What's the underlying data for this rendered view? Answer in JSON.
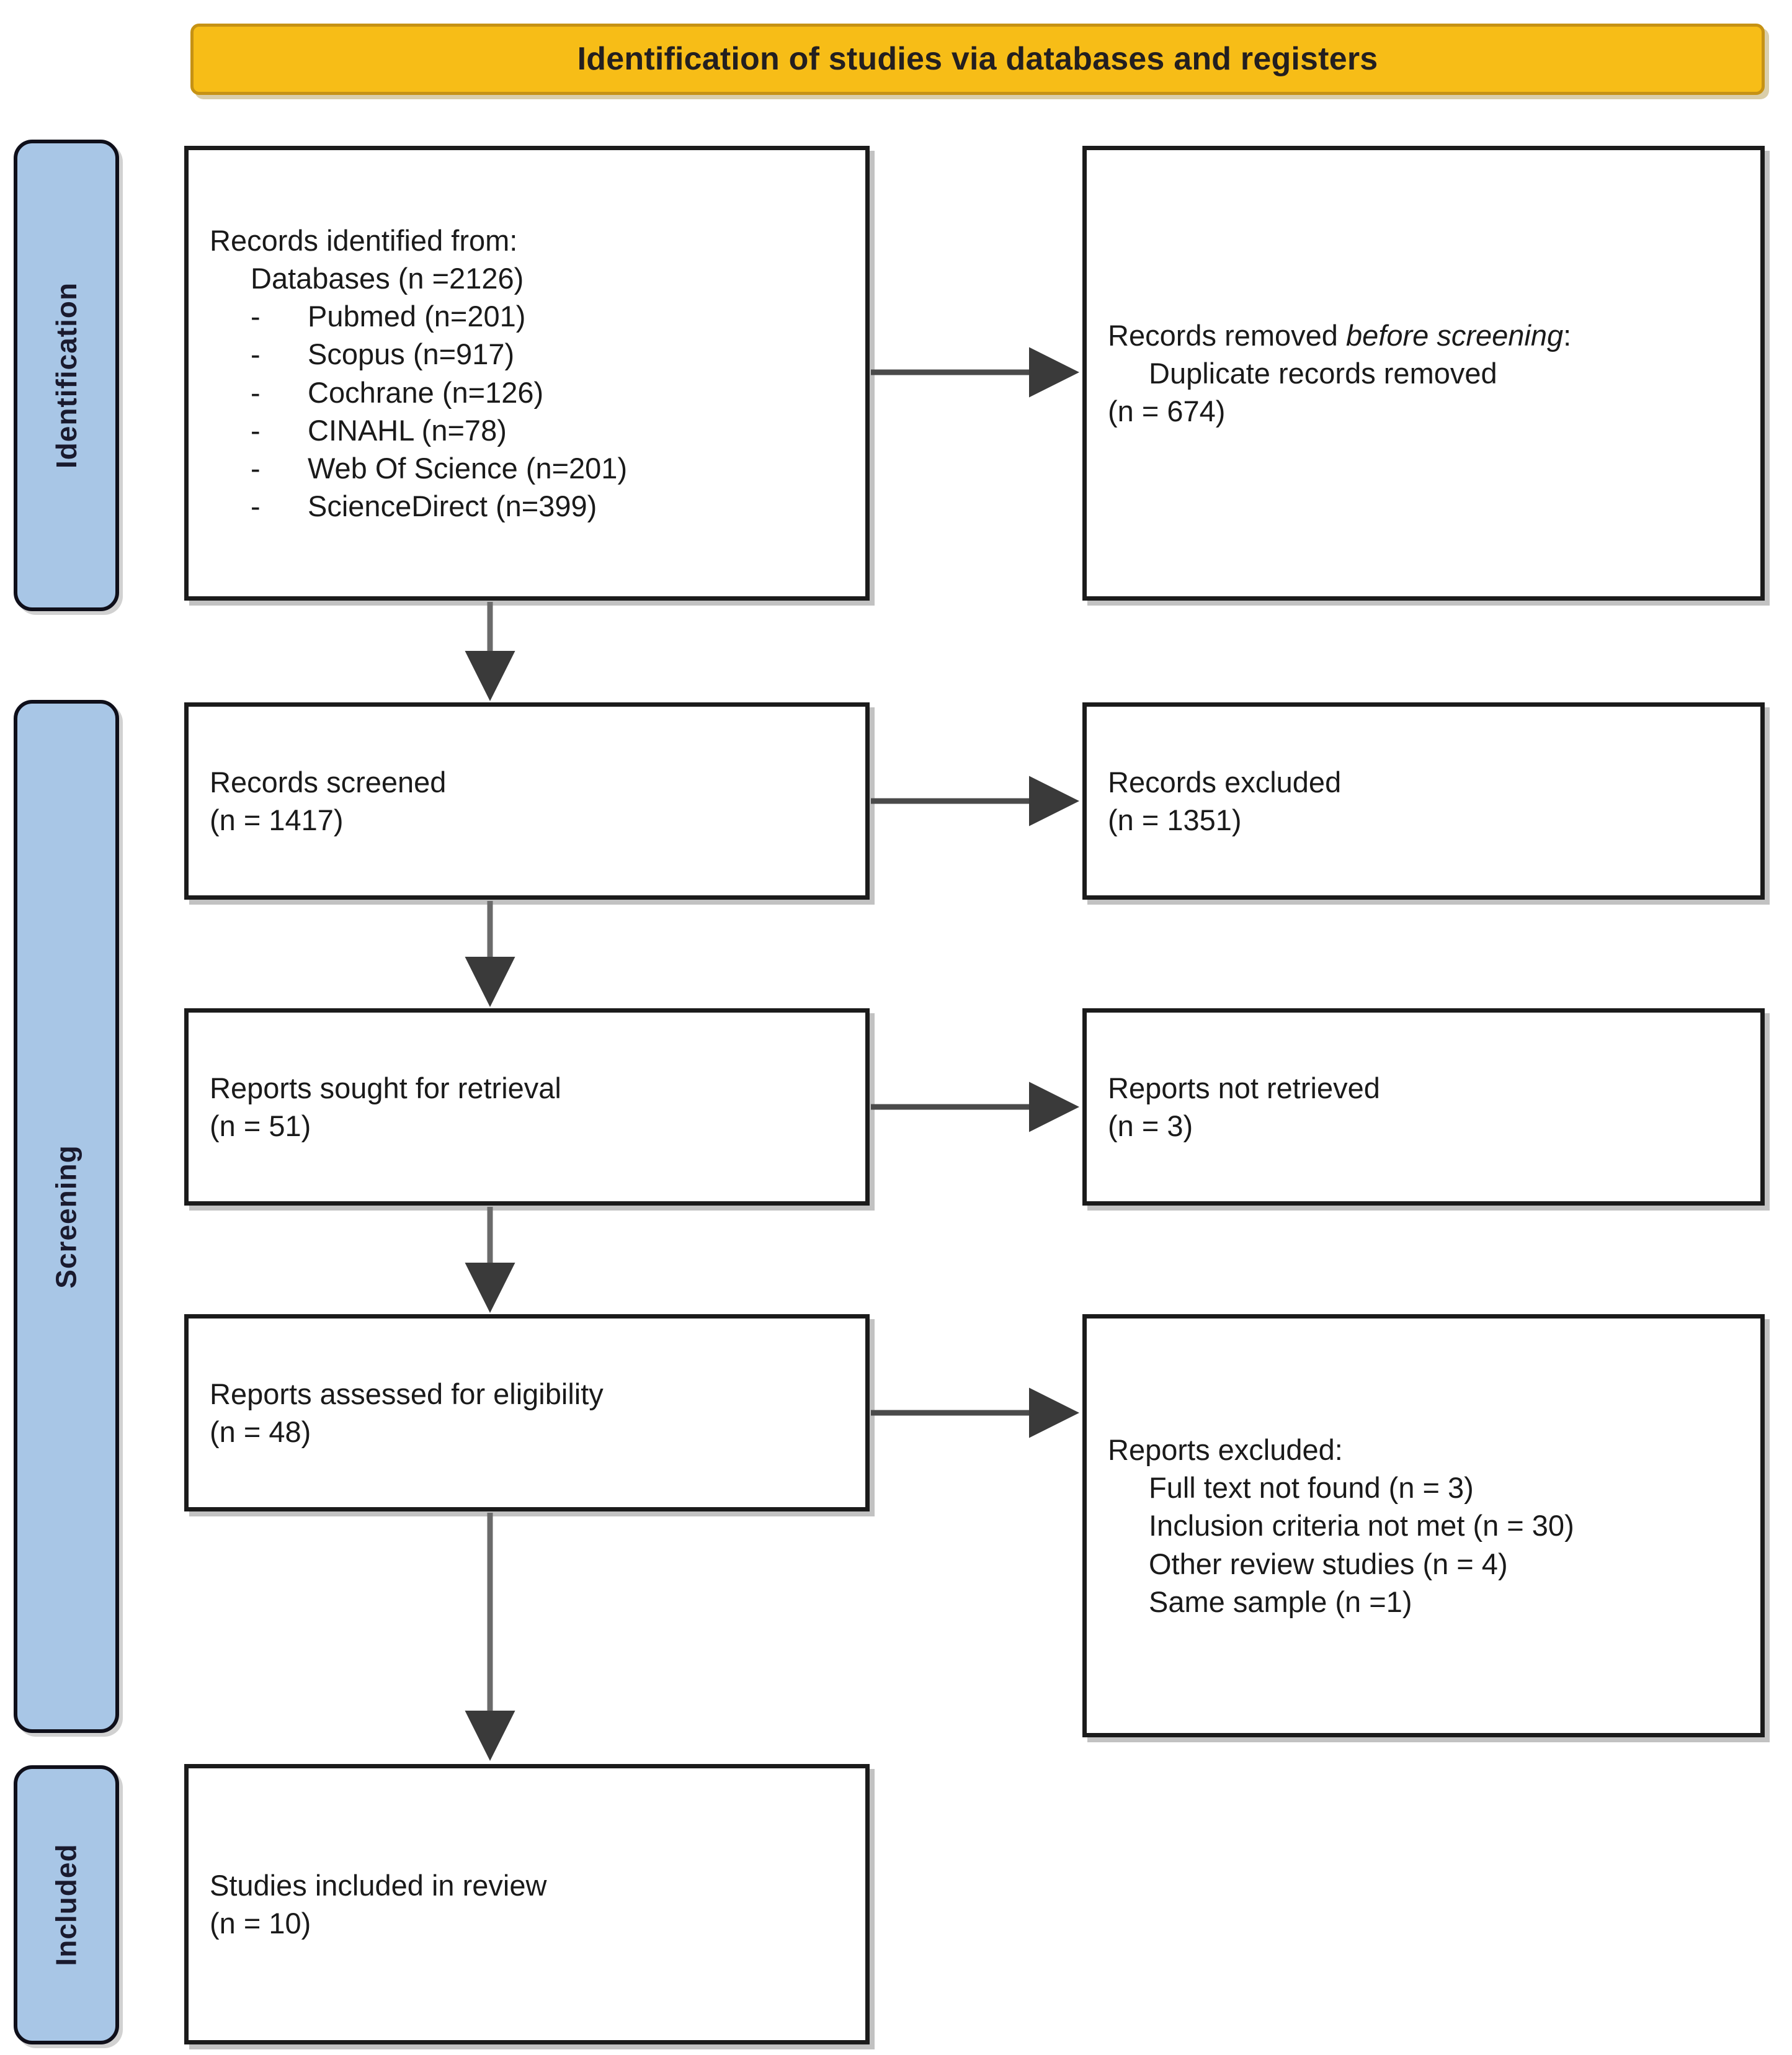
{
  "header": {
    "title": "Identification of studies via databases and registers",
    "bg_color": "#f7bd17",
    "border_color": "#c69214",
    "text_color": "#231f20"
  },
  "stages": [
    {
      "id": "identification",
      "label": "Identification"
    },
    {
      "id": "screening",
      "label": "Screening"
    },
    {
      "id": "included",
      "label": "Included"
    }
  ],
  "stage_style": {
    "bg_color": "#a8c6e6",
    "border_color": "#0f0f1a"
  },
  "boxes": {
    "identified": {
      "heading": "Records identified from:",
      "subheading": "Databases (n =2126)",
      "bullet_marker": "-",
      "sources": [
        "Pubmed (n=201)",
        "Scopus (n=917)",
        "Cochrane (n=126)",
        "CINAHL (n=78)",
        "Web Of Science (n=201)",
        "ScienceDirect (n=399)"
      ]
    },
    "removed": {
      "heading_plain": "Records removed ",
      "heading_italic": "before screening",
      "heading_colon": ":",
      "detail": "Duplicate records removed",
      "count": "(n = 674)"
    },
    "screened": {
      "label": "Records screened",
      "count": "(n = 1417)"
    },
    "excluded_records": {
      "label": "Records excluded",
      "count": "(n = 1351)"
    },
    "sought": {
      "label": "Reports sought for retrieval",
      "count": "(n = 51)"
    },
    "not_retrieved": {
      "label": "Reports not retrieved",
      "count": "(n = 3)"
    },
    "assessed": {
      "label": "Reports assessed for eligibility",
      "count": "(n = 48)"
    },
    "excluded_reports": {
      "heading": "Reports excluded:",
      "reasons": [
        "Full text not found (n = 3)",
        "Inclusion criteria not met (n = 30)",
        "Other review studies (n = 4)",
        "Same sample (n =1)"
      ]
    },
    "included": {
      "label": "Studies included in review",
      "count": "(n = 10)"
    }
  },
  "chart_data": {
    "type": "diagram",
    "title": "PRISMA 2020 flow diagram",
    "nodes": [
      {
        "id": "identified",
        "stage": "Identification",
        "column": "left",
        "label": "Records identified from: Databases",
        "n": 2126
      },
      {
        "id": "pubmed",
        "stage": "Identification",
        "column": "left",
        "label": "Pubmed",
        "n": 201
      },
      {
        "id": "scopus",
        "stage": "Identification",
        "column": "left",
        "label": "Scopus",
        "n": 917
      },
      {
        "id": "cochrane",
        "stage": "Identification",
        "column": "left",
        "label": "Cochrane",
        "n": 126
      },
      {
        "id": "cinahl",
        "stage": "Identification",
        "column": "left",
        "label": "CINAHL",
        "n": 78
      },
      {
        "id": "wos",
        "stage": "Identification",
        "column": "left",
        "label": "Web Of Science",
        "n": 201
      },
      {
        "id": "sciencedirect",
        "stage": "Identification",
        "column": "left",
        "label": "ScienceDirect",
        "n": 399
      },
      {
        "id": "removed",
        "stage": "Identification",
        "column": "right",
        "label": "Duplicate records removed",
        "n": 674
      },
      {
        "id": "screened",
        "stage": "Screening",
        "column": "left",
        "label": "Records screened",
        "n": 1417
      },
      {
        "id": "excluded_records",
        "stage": "Screening",
        "column": "right",
        "label": "Records excluded",
        "n": 1351
      },
      {
        "id": "sought",
        "stage": "Screening",
        "column": "left",
        "label": "Reports sought for retrieval",
        "n": 51
      },
      {
        "id": "not_retrieved",
        "stage": "Screening",
        "column": "right",
        "label": "Reports not retrieved",
        "n": 3
      },
      {
        "id": "assessed",
        "stage": "Screening",
        "column": "left",
        "label": "Reports assessed for eligibility",
        "n": 48
      },
      {
        "id": "full_text",
        "stage": "Screening",
        "column": "right",
        "label": "Full text not found",
        "n": 3
      },
      {
        "id": "criteria",
        "stage": "Screening",
        "column": "right",
        "label": "Inclusion criteria not met",
        "n": 30
      },
      {
        "id": "other_reviews",
        "stage": "Screening",
        "column": "right",
        "label": "Other review studies",
        "n": 4
      },
      {
        "id": "same_sample",
        "stage": "Screening",
        "column": "right",
        "label": "Same sample",
        "n": 1
      },
      {
        "id": "included",
        "stage": "Included",
        "column": "left",
        "label": "Studies included in review",
        "n": 10
      }
    ],
    "edges": [
      {
        "from": "identified",
        "to": "removed",
        "direction": "right"
      },
      {
        "from": "identified",
        "to": "screened",
        "direction": "down"
      },
      {
        "from": "screened",
        "to": "excluded_records",
        "direction": "right"
      },
      {
        "from": "screened",
        "to": "sought",
        "direction": "down"
      },
      {
        "from": "sought",
        "to": "not_retrieved",
        "direction": "right"
      },
      {
        "from": "sought",
        "to": "assessed",
        "direction": "down"
      },
      {
        "from": "assessed",
        "to": "excluded_reports",
        "direction": "right"
      },
      {
        "from": "assessed",
        "to": "included",
        "direction": "down"
      }
    ]
  }
}
